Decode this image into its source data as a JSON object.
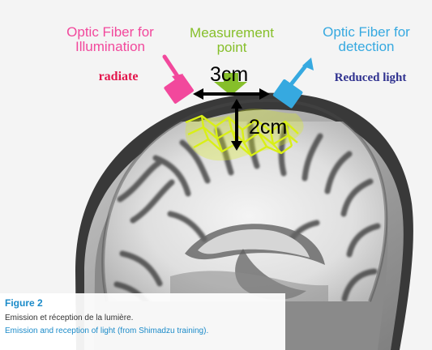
{
  "labels": {
    "illumination_fiber": "Optic Fiber for\nIllumination",
    "measurement_point": "Measurement\npoint",
    "detection_fiber": "Optic Fiber for\ndetection",
    "radiate": "radiate",
    "reduced_light": "Reduced light",
    "distance_horizontal": "3cm",
    "distance_vertical": "2cm"
  },
  "caption": {
    "title": "Figure 2",
    "line_fr": "Emission et réception de la lumière.",
    "line_en": "Emission and reception of light (from Shimadzu training)."
  },
  "colors": {
    "illumination": "#f2489c",
    "measurement": "#86bf2a",
    "detection": "#36a9e0",
    "radiate_text": "#e3164c",
    "reduced_text": "#2f318f",
    "light_path": "#d9ef17",
    "caption_accent": "#1b8bc9",
    "caption_text": "#333333"
  }
}
